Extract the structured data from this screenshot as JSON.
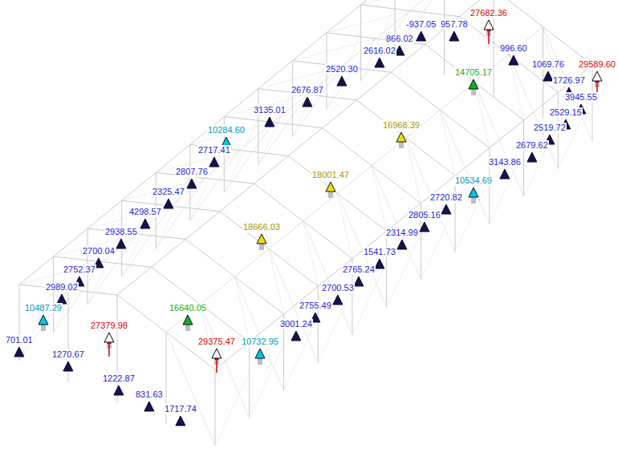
{
  "diagram": {
    "labels": [
      "27682.36",
      "-937.05",
      "957.78",
      "866.02",
      "2616.02",
      "996.60",
      "1069.76",
      "29589.60",
      "1726.97",
      "2520.30",
      "14705.17",
      "3945.55",
      "2676.87",
      "3135.01",
      "10284.60",
      "2529.15",
      "16968.39",
      "2519.72",
      "2717.41",
      "2679.62",
      "2807.76",
      "3143.86",
      "18001.47",
      "2325.47",
      "4298.57",
      "10534.69",
      "2720.82",
      "2938.55",
      "2805.16",
      "2700.04",
      "18666.03",
      "2314.99",
      "2752.37",
      "1541.73",
      "2989.02",
      "2765.24",
      "10487.29",
      "2700.53",
      "16640.05",
      "701.01",
      "27379.98",
      "1270.67",
      "2755.49",
      "1222.87",
      "3001.24",
      "831.63",
      "10732.95",
      "29375.47",
      "1717.74"
    ]
  }
}
